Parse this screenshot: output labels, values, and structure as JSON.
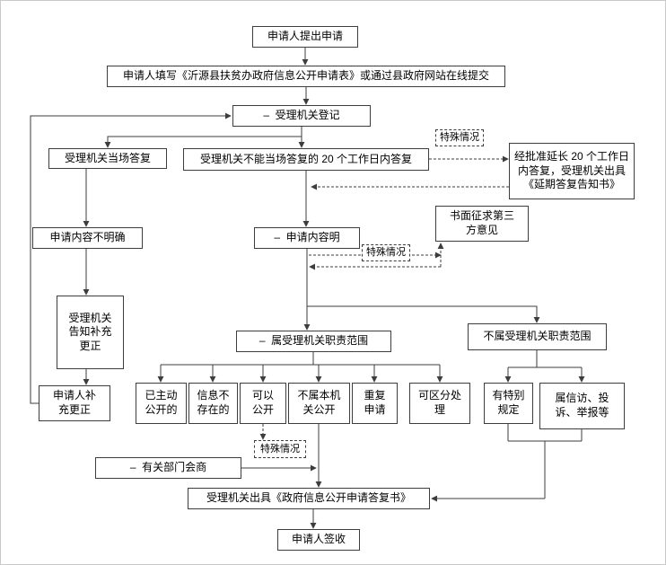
{
  "colors": {
    "background": "#ffffff",
    "border": "#3d3d3d",
    "line": "#3d3d3d",
    "text": "#000000"
  },
  "nodes": {
    "apply": "申请人提出申请",
    "fill_form": "申请人填写《沂源县扶贫办政府信息公开申请表》或通过县政府网站在线提交",
    "register": "–  受理机关登记",
    "onspot": "受理机关当场答复",
    "not_onspot": "受理机关不能当场答复的 20 个工作日内答复",
    "special_case_1": "特殊情况",
    "extend": "经批准延长 20 个工作日\n内答复，受理机关出具\n《延期答复告知书》",
    "third_party": "书面征求第三\n方意见",
    "unclear": "申请内容不明确",
    "clear": "–  申请内容明",
    "special_case_2": "特殊情况",
    "notify_supplement": "受理机关\n告知补充\n更正",
    "applicant_supplement": "申请人补\n充更正",
    "in_scope": "–  属受理机关职责范围",
    "out_scope": "不属受理机关职责范围",
    "already_public": "已主动\n公开的",
    "not_exist": "信息不\n存在的",
    "can_public": "可以\n公开",
    "not_this_org": "不属本机\n关公开",
    "repeat_apply": "重复\n申请",
    "separable": "可区分处\n理",
    "special_rule": "有特别\n规定",
    "petition": "属信访、投\n诉、举报等",
    "special_case_3": "特殊情况",
    "consult": "–  有关部门会商",
    "reply_doc": "受理机关出具《政府信息公开申请答复书》",
    "sign": "申请人签收"
  }
}
